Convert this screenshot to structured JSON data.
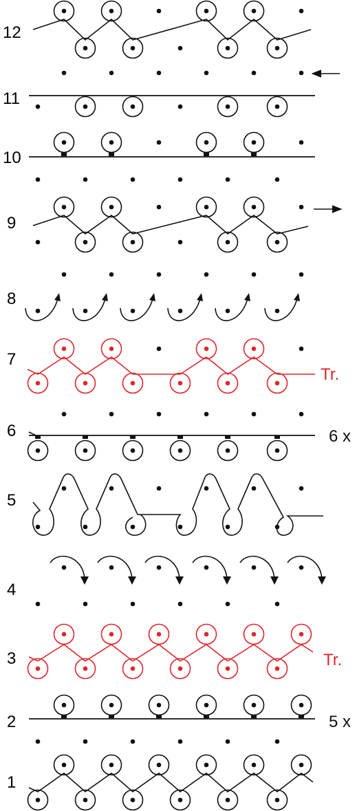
{
  "diagram": {
    "colors": {
      "ink": "#111111",
      "accent": "#e0262b"
    },
    "row_labels": [
      "12",
      "11",
      "10",
      "9",
      "8",
      "7",
      "6",
      "5",
      "4",
      "3",
      "2",
      "1"
    ],
    "annotations": {
      "row7": "Tr.",
      "row6": "6 x",
      "row3": "Tr.",
      "row2": "5 x"
    },
    "direction_arrows": {
      "row11": "arrow-left-icon",
      "row9": "arrow-right-icon"
    }
  }
}
